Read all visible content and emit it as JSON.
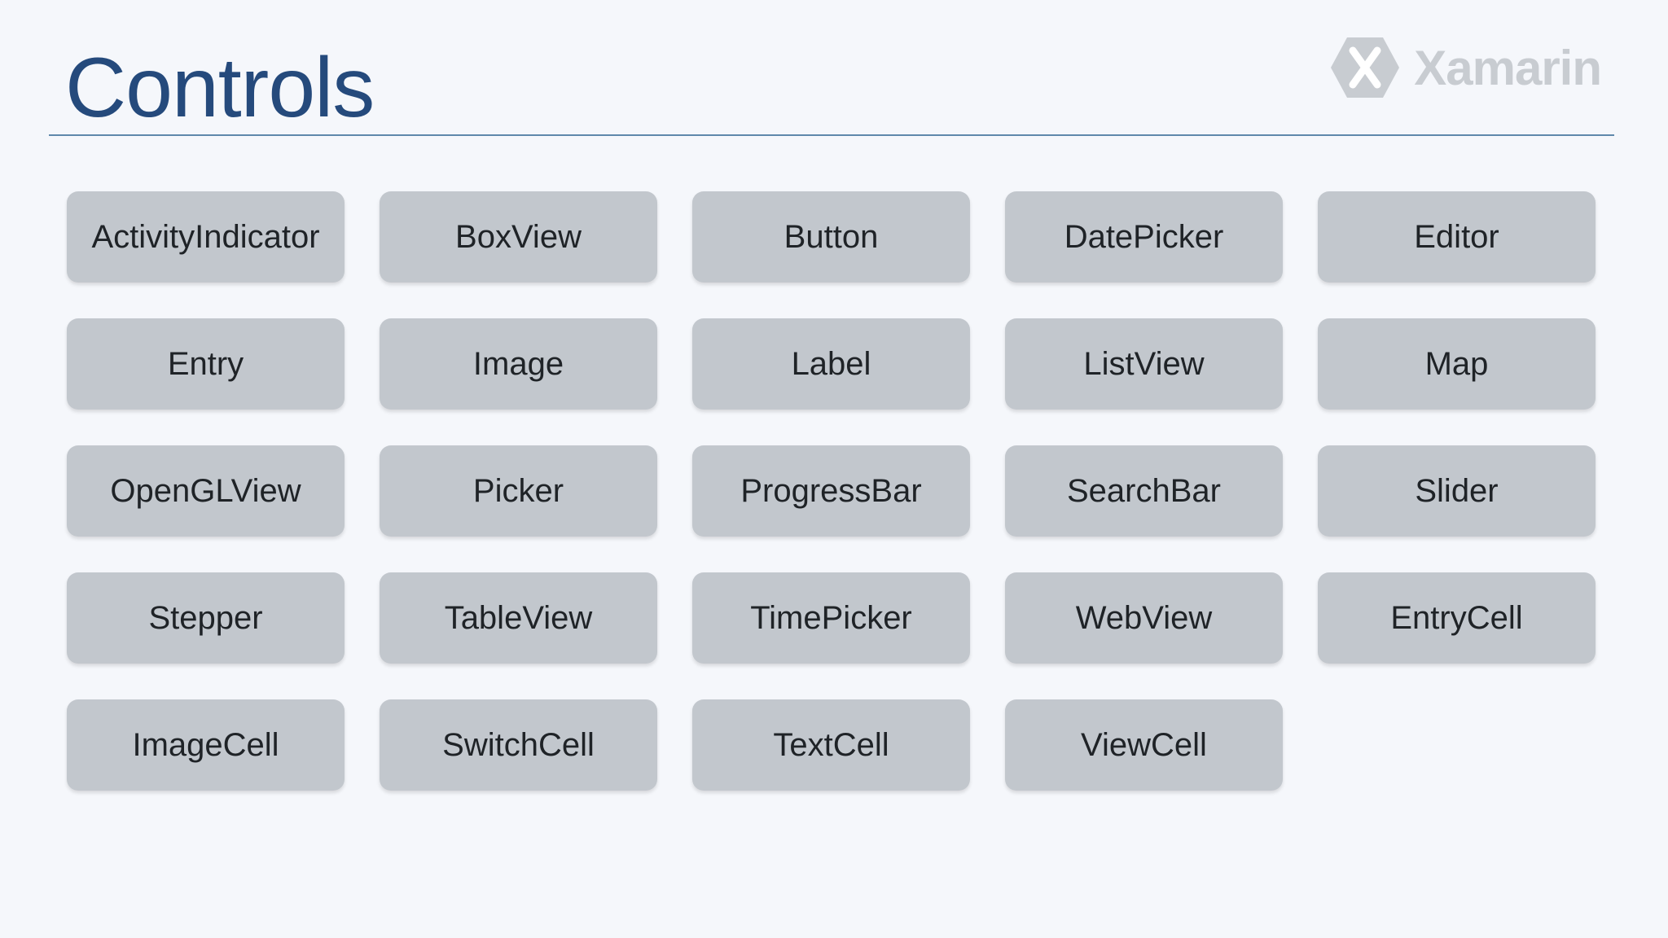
{
  "slide": {
    "title": "Controls",
    "brand_name": "Xamarin",
    "brand_icon": "xamarin-hexagon-icon"
  },
  "controls": [
    "ActivityIndicator",
    "BoxView",
    "Button",
    "DatePicker",
    "Editor",
    "Entry",
    "Image",
    "Label",
    "ListView",
    "Map",
    "OpenGLView",
    "Picker",
    "ProgressBar",
    "SearchBar",
    "Slider",
    "Stepper",
    "TableView",
    "TimePicker",
    "WebView",
    "EntryCell",
    "ImageCell",
    "SwitchCell",
    "TextCell",
    "ViewCell"
  ],
  "colors": {
    "background": "#f5f7fb",
    "title": "#254a7c",
    "rule": "#5f88ab",
    "tile": "#c2c7cd",
    "tile_text": "#1f2327",
    "brand": "#c8ccd1"
  }
}
